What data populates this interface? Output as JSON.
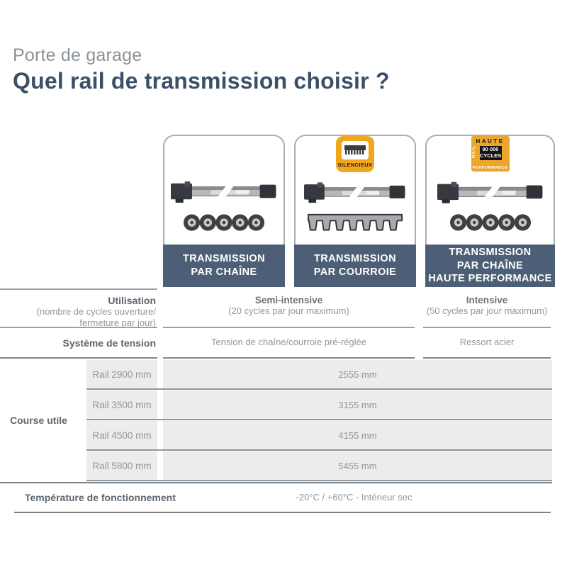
{
  "page": {
    "eyebrow": "Porte de garage",
    "title": "Quel rail de transmission choisir ?"
  },
  "colors": {
    "header_slate": "#4d5f76",
    "title_blue": "#3a4f68",
    "badge_yellow": "#f0a71e",
    "band_gray": "#ececec"
  },
  "cards": [
    {
      "header": "TRANSMISSION\nPAR CHAÎNE",
      "drive_icon": "chain-icon"
    },
    {
      "header": "TRANSMISSION\nPAR COURROIE",
      "badge_label": "SILENCIEUX",
      "drive_icon": "belt-icon"
    },
    {
      "header": "TRANSMISSION\nPAR CHAÎNE\nHAUTE PERFORMANCE",
      "badge": {
        "top": "HAUTE",
        "left": "RAIL",
        "line1": "90 000",
        "line2": "CYCLES",
        "bottom": "PERFORMANCE"
      },
      "drive_icon": "chain-icon"
    }
  ],
  "table": {
    "utilisation": {
      "label": "Utilisation",
      "sublabel": "(nombre de cycles ouverture/\nfermeture par jour)",
      "standard_bold": "Semi-intensive",
      "standard_light": "(20 cycles par jour maximum)",
      "hp_bold": "Intensive",
      "hp_light": "(50 cycles par jour maximum)"
    },
    "tension": {
      "label": "Système de tension",
      "standard": "Tension de chaîne/courroie pré-réglée",
      "hp": "Ressort acier"
    },
    "course": {
      "label": "Course utile",
      "rows": [
        {
          "rail": "Rail 2900 mm",
          "value": "2555 mm"
        },
        {
          "rail": "Rail 3500 mm",
          "value": "3155 mm"
        },
        {
          "rail": "Rail 4500 mm",
          "value": "4155 mm"
        },
        {
          "rail": "Rail 5800 mm",
          "value": "5455 mm"
        }
      ]
    },
    "temperature": {
      "label": "Température de fonctionnement",
      "value": "-20°C / +60°C - Intérieur sec"
    }
  }
}
